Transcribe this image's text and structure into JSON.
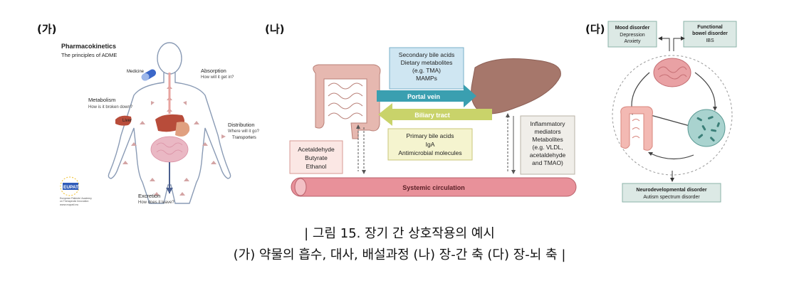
{
  "panel_a": {
    "tag": "(가)",
    "title": "Pharmacokinetics",
    "subtitle": "The principles of ADME",
    "medicine": "Medicine",
    "absorption": "Absorption",
    "absorption_q": "How will it get in?",
    "metabolism": "Metabolism",
    "metabolism_q": "How is it broken down?",
    "liver": "Liver",
    "distribution": "Distribution",
    "distribution_q": "Where will it go?",
    "transporters": "Transporters",
    "excretion": "Excretion",
    "excretion_q": "How does it leave?",
    "logo": "EUPATI",
    "logo_sub1": "European Patients' Academy",
    "logo_sub2": "on Therapeutic Innovation",
    "logo_url": "www.eupati.eu"
  },
  "panel_b": {
    "tag": "(나)",
    "top_box": [
      "Secondary bile acids",
      "Dietary metabolites",
      "(e.g. TMA)",
      "MAMPs"
    ],
    "portal": "Portal vein",
    "biliary": "Biliary tract",
    "mid_box": [
      "Primary bile acids",
      "IgA",
      "Antimicrobial molecules"
    ],
    "left_box": [
      "Acetaldehyde",
      "Butyrate",
      "Ethanol"
    ],
    "right_box": [
      "Inflammatory",
      "mediators",
      "Metabolites",
      "(e.g. VLDL,",
      "acetaldehyde",
      "and TMAO)"
    ],
    "systemic": "Systemic circulation"
  },
  "panel_c": {
    "tag": "(다)",
    "mood_title": "Mood disorder",
    "mood_items": [
      "Depression",
      "Anxiety"
    ],
    "bowel_title_1": "Functional",
    "bowel_title_2": "bowel disorder",
    "bowel_item": "IBS",
    "neuro_title": "Neurodevelopmental disorder",
    "neuro_item": "Autism spectrum disorder"
  },
  "caption": {
    "line1": "| 그림 15. 장기 간 상호작용의 예시",
    "line2": "(가) 약물의 흡수, 대사, 배설과정 (나) 장-간 축 (다) 장-뇌 축 |"
  },
  "colors": {
    "portal_arrow": "#3a9fb0",
    "biliary_arrow": "#c9d36a",
    "liver": "#a6776b",
    "systemic_bar": "#e8919a",
    "gut": "#e6b8b0",
    "box_blue": "#cfe6f2",
    "box_yellow": "#f5f4cf",
    "box_pink": "#fbe7e4",
    "box_grey": "#f0eee9",
    "header_teal": "#dce9e5"
  }
}
